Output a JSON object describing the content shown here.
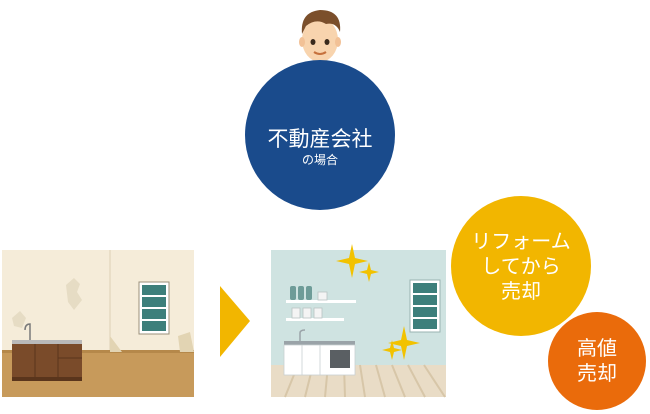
{
  "agent": {
    "title": "不動産会社",
    "subtitle": "の場合"
  },
  "reform_badge": {
    "lines": [
      "リフォーム",
      "してから",
      "売却"
    ]
  },
  "high_price_badge": {
    "lines": [
      "高値",
      "売却"
    ]
  },
  "colors": {
    "agent_circle": "#1a4b8c",
    "reform_circle": "#f2b600",
    "high_price_circle": "#ea6b0b",
    "arrow": "#f2b600",
    "sparkle": "#f2c200"
  },
  "icons": [
    "person-avatar-icon",
    "arrow-right-icon",
    "sparkle-icon"
  ]
}
